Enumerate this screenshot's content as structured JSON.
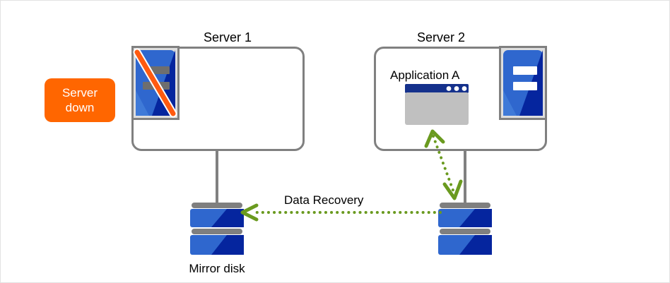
{
  "diagram": {
    "title_server1": "Server 1",
    "title_server2": "Server 2",
    "app_label": "Application A",
    "mirror_disk_label": "Mirror disk",
    "data_recovery_label": "Data Recovery",
    "status_badge": {
      "line1": "Server",
      "line2": "down"
    },
    "colors": {
      "badge_orange": "#ff6600",
      "box_gray": "#808080",
      "icon_frame_gray": "#dedede",
      "disk_blue_light": "#2f67ce",
      "disk_blue_dark": "#05259e",
      "disk_cap_gray": "#7f7f7f",
      "arrow_green": "#6a9a1f",
      "window_titlebar": "#15318c",
      "window_body": "#c0c0c0",
      "slash_orange": "#ff5a10"
    },
    "icons": {
      "server1": "server-disabled-icon",
      "server2": "server-active-icon",
      "app": "application-window-icon",
      "disk_left": "mirror-disk-icon",
      "disk_right": "mirror-disk-icon",
      "recovery_arrow": "dotted-arrow-left-icon",
      "sync_arrow": "dotted-double-arrow-icon"
    }
  }
}
